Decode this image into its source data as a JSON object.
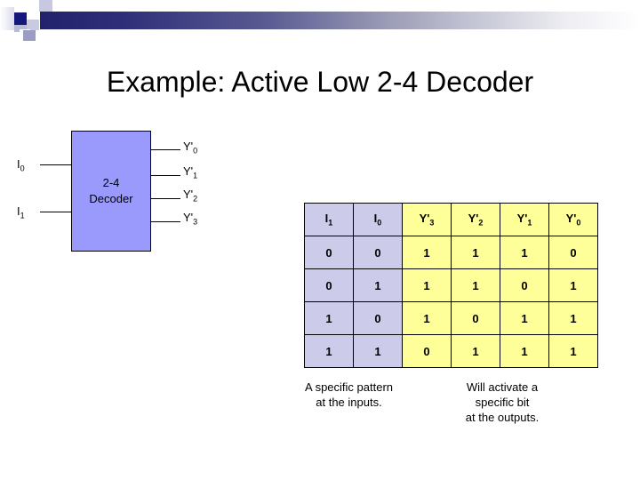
{
  "slide": {
    "title": "Example: Active Low 2-4 Decoder"
  },
  "colors": {
    "block_fill": "#9A9AFC",
    "table_input_fill": "#CCCCEA",
    "table_output_fill": "#FFFF99",
    "band_dark": "#21226B",
    "band_light": "#FFFFFF",
    "text": "#000000"
  },
  "block_diagram": {
    "block_label_line1": "2-4",
    "block_label_line2": "Decoder",
    "inputs": [
      {
        "base": "I",
        "sub": "0"
      },
      {
        "base": "I",
        "sub": "1"
      }
    ],
    "outputs": [
      {
        "base": "Y'",
        "sub": "0"
      },
      {
        "base": "Y'",
        "sub": "1"
      },
      {
        "base": "Y'",
        "sub": "2"
      },
      {
        "base": "Y'",
        "sub": "3"
      }
    ]
  },
  "truth_table": {
    "headers": [
      {
        "base": "I",
        "sub": "1",
        "kind": "in"
      },
      {
        "base": "I",
        "sub": "0",
        "kind": "in"
      },
      {
        "base": "Y'",
        "sub": "3",
        "kind": "out"
      },
      {
        "base": "Y'",
        "sub": "2",
        "kind": "out"
      },
      {
        "base": "Y'",
        "sub": "1",
        "kind": "out"
      },
      {
        "base": "Y'",
        "sub": "0",
        "kind": "out"
      }
    ],
    "rows": [
      {
        "inputs": [
          "0",
          "0"
        ],
        "outputs": [
          "1",
          "1",
          "1",
          "0"
        ]
      },
      {
        "inputs": [
          "0",
          "1"
        ],
        "outputs": [
          "1",
          "1",
          "0",
          "1"
        ]
      },
      {
        "inputs": [
          "1",
          "0"
        ],
        "outputs": [
          "1",
          "0",
          "1",
          "1"
        ]
      },
      {
        "inputs": [
          "1",
          "1"
        ],
        "outputs": [
          "0",
          "1",
          "1",
          "1"
        ]
      }
    ]
  },
  "captions": {
    "left": "A specific pattern\nat the inputs.",
    "right": "Will activate a\nspecific bit\nat the outputs."
  }
}
